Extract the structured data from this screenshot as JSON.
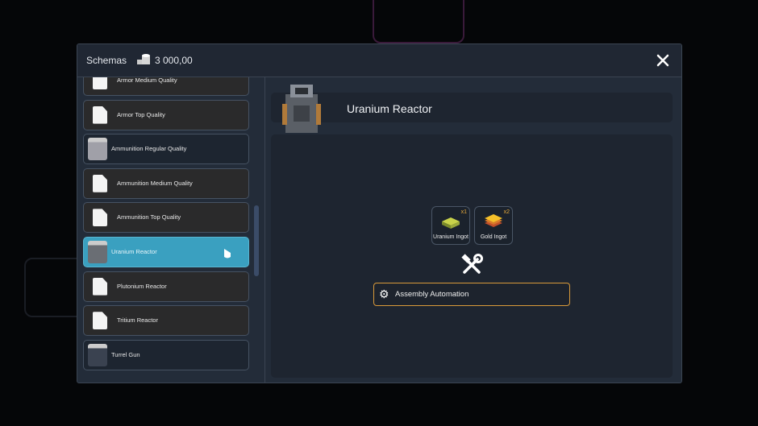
{
  "header": {
    "title": "Schemas",
    "money": "3 000,00",
    "coins_icon": "coins-icon",
    "close_icon": "close-icon"
  },
  "list": {
    "items": [
      {
        "label": "Armor Medium Quality",
        "icon": "file-icon",
        "selected": false
      },
      {
        "label": "Armor Top  Quality",
        "icon": "file-icon",
        "selected": false
      },
      {
        "label": "Ammunition Regular Quality",
        "icon": "ammunition-image",
        "selected": false
      },
      {
        "label": "Ammunition Medium Quality",
        "icon": "file-icon",
        "selected": false
      },
      {
        "label": "Ammunition Top  Quality",
        "icon": "file-icon",
        "selected": false
      },
      {
        "label": "Uranium Reactor",
        "icon": "reactor-image",
        "selected": true
      },
      {
        "label": "Plutonium Reactor",
        "icon": "file-icon",
        "selected": false
      },
      {
        "label": "Tritium Reactor",
        "icon": "file-icon",
        "selected": false
      },
      {
        "label": "Turrel Gun",
        "icon": "turret-image",
        "selected": false
      }
    ]
  },
  "detail": {
    "title": "Uranium Reactor",
    "ingredients": [
      {
        "name": "Uranium Ingot",
        "qty": "x1"
      },
      {
        "name": "Gold Ingot",
        "qty": "x2"
      }
    ],
    "craft_icon": "hammer-wrench-icon",
    "automation_label": "Assembly Automation"
  },
  "colors": {
    "selected": "#3aa0c0",
    "accent": "#d99a3a",
    "panel": "#1e2530"
  }
}
